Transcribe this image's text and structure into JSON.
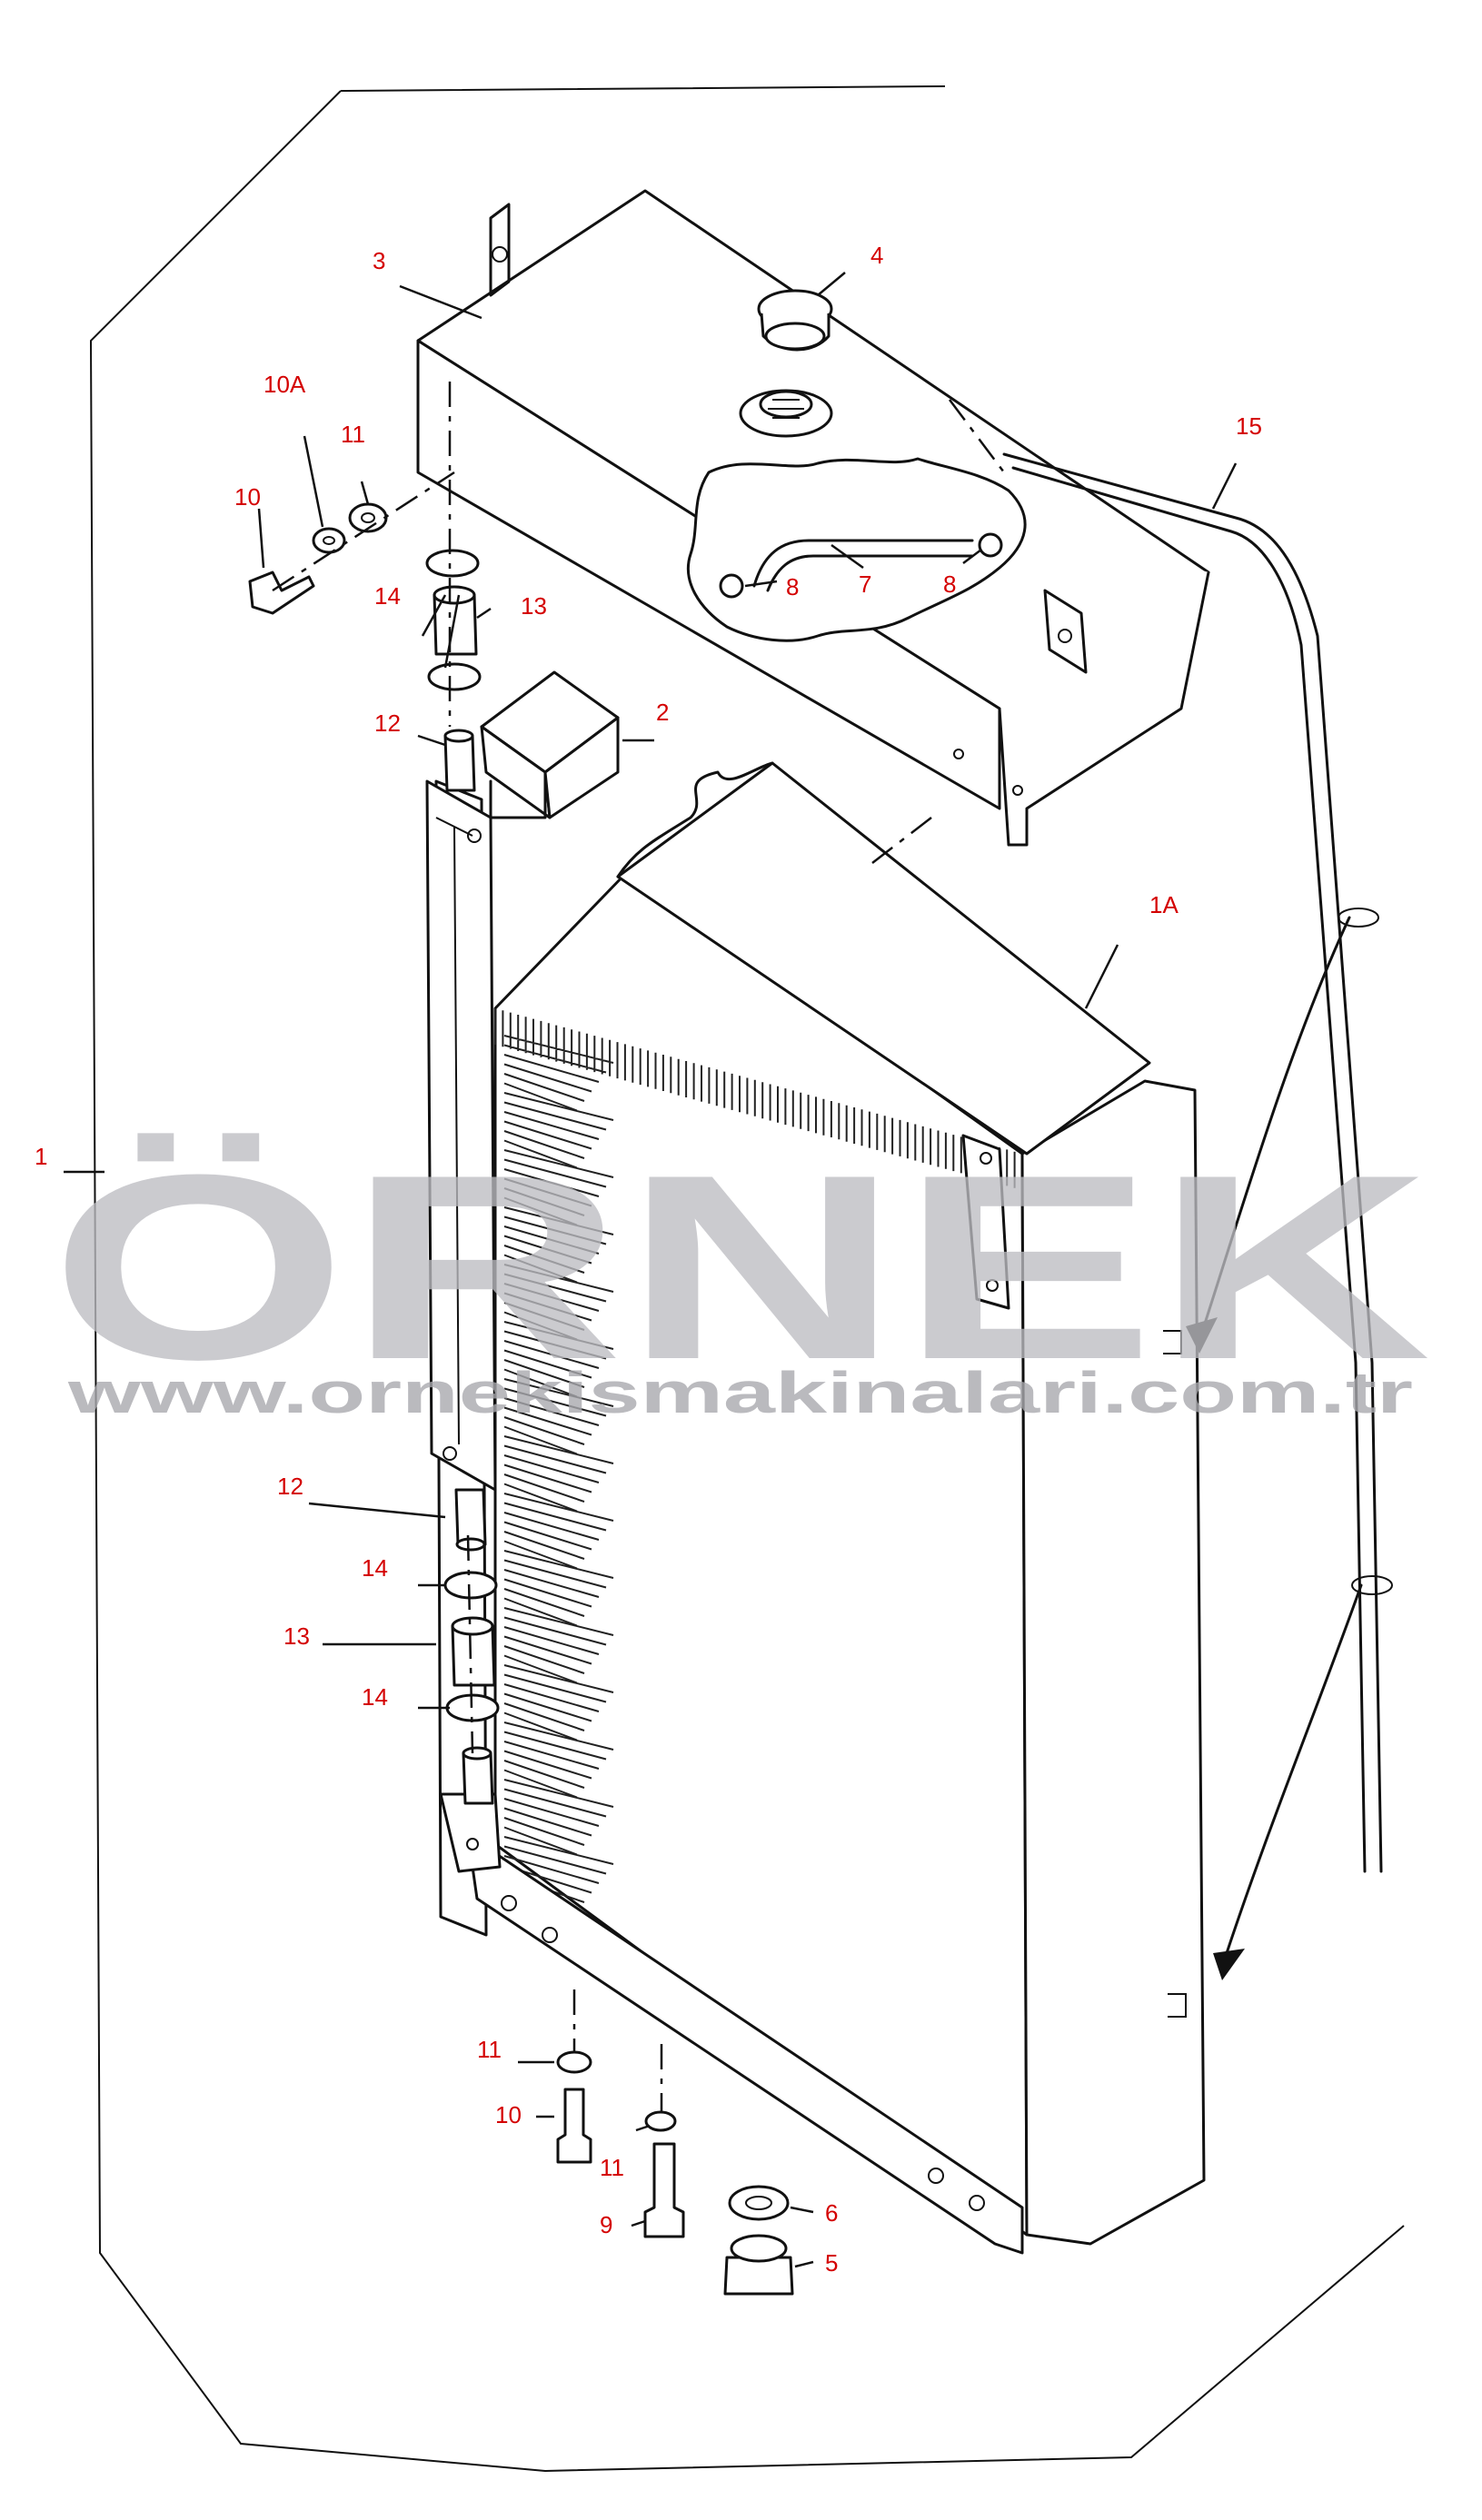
{
  "labels": {
    "l1": "1",
    "l1A": "1A",
    "l2": "2",
    "l3": "3",
    "l4": "4",
    "l5": "5",
    "l6": "6",
    "l7": "7",
    "l8a": "8",
    "l8b": "8",
    "l9": "9",
    "l10a": "10",
    "l10b": "10",
    "l10A": "10A",
    "l11a": "11",
    "l11b": "11",
    "l11c": "11",
    "l12a": "12",
    "l12b": "12",
    "l13a": "13",
    "l13b": "13",
    "l14a": "14",
    "l14b": "14",
    "l14c": "14",
    "l15": "15"
  },
  "watermark": {
    "brand": "ÖRNEK",
    "url": "www.ornekismakinalari.com.tr"
  },
  "colors": {
    "label": "#d40000",
    "line": "#111111",
    "watermark_text": "#bdbdc2",
    "watermark_accent": "#f3d27a"
  }
}
